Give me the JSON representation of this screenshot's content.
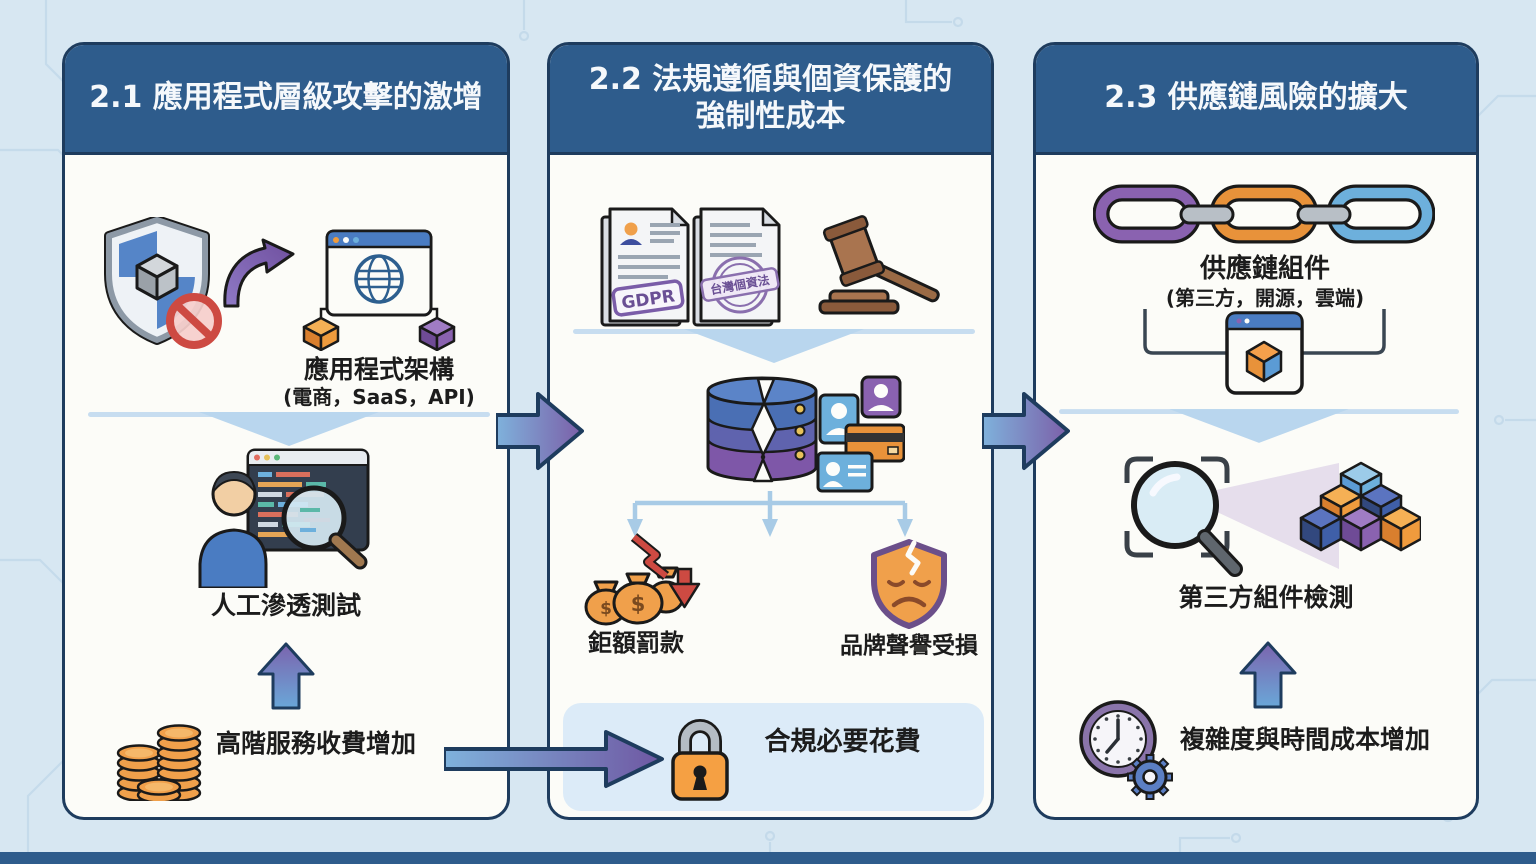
{
  "palette": {
    "canvas_bg": "#d7e7f2",
    "panel_bg": "#fcfcf8",
    "panel_border": "#1e3c5e",
    "header_bg": "#2e5c8c",
    "header_text": "#f5f8fb",
    "arrow_blue": "#7fb2dc",
    "arrow_purple": "#7b5fa8",
    "accent_orange": "#f0a04b",
    "accent_purple": "#8a62b0",
    "accent_blue": "#6db0dc",
    "alert_red": "#cd4a42"
  },
  "panel1": {
    "title": "2.1 應用程式層級攻擊的激增",
    "app_architecture_label": "應用程式架構",
    "app_architecture_sublabel": "(電商，SaaS，API)",
    "pentest_label": "人工滲透測試",
    "fee_label": "高階服務收費增加"
  },
  "panel2": {
    "title_line1": "2.2 法規遵循與個資保護的",
    "title_line2": "強制性成本",
    "gdpr_stamp": "GDPR",
    "taiwan_stamp": "台灣個資法",
    "money_bag_symbol": "$",
    "fine_label": "鉅額罰款",
    "brand_label": "品牌聲譽受損",
    "compliance_label": "合規必要花費"
  },
  "panel3": {
    "title": "2.3 供應鏈風險的擴大",
    "chain_label": "供應鏈組件",
    "chain_sublabel": "(第三方，開源，雲端)",
    "detect_label": "第三方組件檢測",
    "cost_label": "複雜度與時間成本增加"
  }
}
